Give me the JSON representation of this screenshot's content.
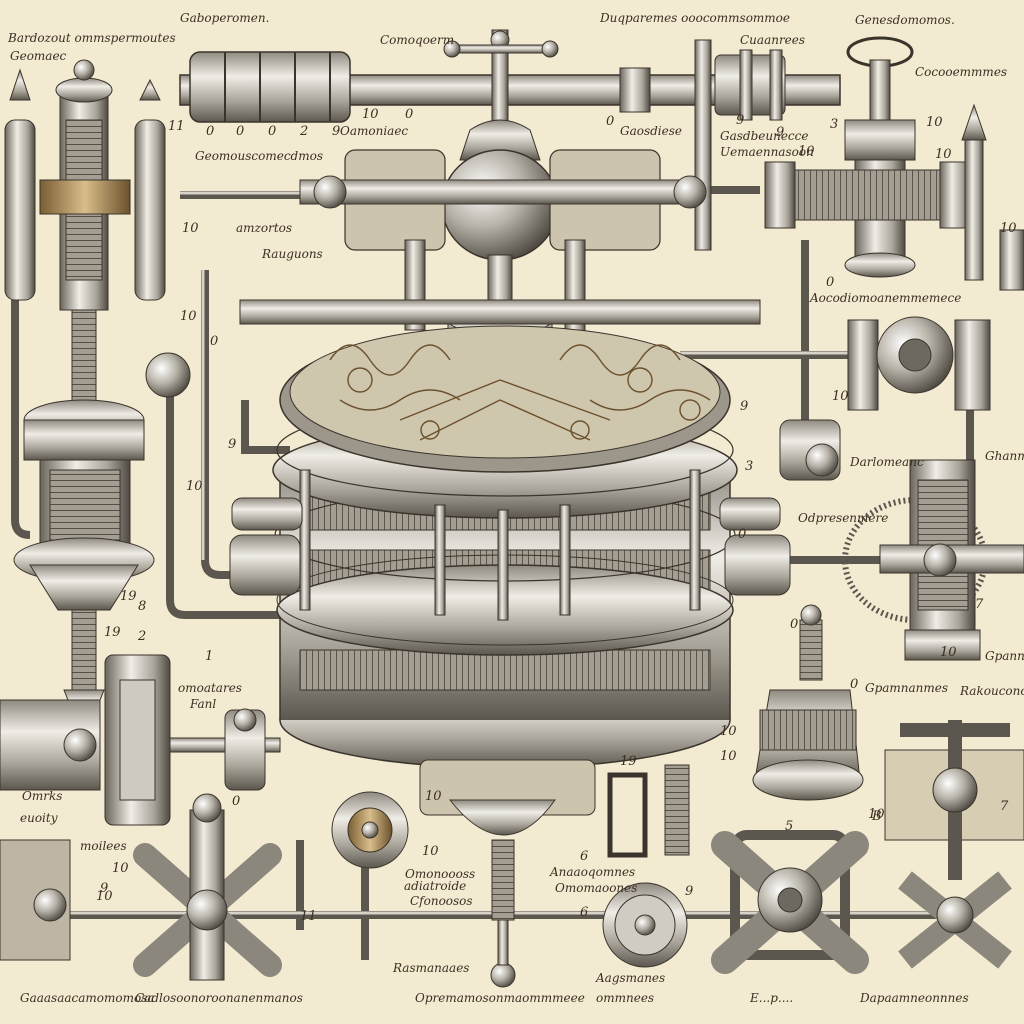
{
  "plate": {
    "paper_color": "#f3ead2",
    "ink_color": "#3a2f22",
    "metal_light": "#e4e1da",
    "metal_mid": "#a9a49a",
    "metal_dark": "#5c574e",
    "brass": "#b08a4e"
  },
  "labels": {
    "top_left_1": "Bardozout ommspermoutes",
    "top_left_2": "Geomaec",
    "top_1": "Gaboperomen.",
    "top_2": "Comoqoerm",
    "top_3": "Duqparemes ooocommsommoe",
    "top_4": "Cuaanrees",
    "top_5": "Genesdomomos.",
    "top_6": "Cocooemmmes",
    "left_mid_1": "Geomouscomecdmos",
    "left_mid_2": "amzortos",
    "center_upper": "Oamoniaec",
    "center_right_upper": "Gaosdiese",
    "right_upper": "Gasdbeunecce",
    "right_upper_2": "Uemaennasoon",
    "left_tool": "Rauguons",
    "right_mid": "Aocodiomoanemmemece",
    "right_mid_2": "Darlomeanc",
    "right_mid_3": "Ghanmeeas",
    "right_mid_4": "Odpresenmere",
    "right_lower": "Gpamnanmes",
    "right_lower_2": "Rakouconcmes",
    "right_lower_3": "Gpannses",
    "left_lower_1": "omoatares",
    "left_lower_2": "Fanl",
    "left_lower_3": "Omrks",
    "left_lower_4": "euoity",
    "left_lower_5": "moilees",
    "center_lower_1": "Omonoooss",
    "center_lower_2": "adiatroide",
    "center_lower_3": "Cfonoosos",
    "center_lower_4": "Anaaoqomnes",
    "center_lower_5": "Omomaoones",
    "bottom_1": "Gaaasaacamomomosa",
    "bottom_2": "Cadlosoonoroonanenmanos",
    "bottom_3": "Rasmanaaes",
    "bottom_4": "Opremamosonmaommmeee",
    "bottom_5": "Aagsmanes",
    "bottom_6": "ommnees",
    "bottom_7": "E...p....",
    "bottom_8": "Dapaamneonnnes"
  },
  "numbers": [
    "0",
    "0",
    "0",
    "2",
    "9",
    "10",
    "0",
    "0",
    "9",
    "9",
    "10",
    "3",
    "10",
    "10",
    "10",
    "11",
    "10",
    "10",
    "0",
    "10",
    "9",
    "3",
    "0",
    "9",
    "10",
    "0",
    "8",
    "2",
    "19",
    "1",
    "0",
    "10",
    "9",
    "10",
    "19",
    "6",
    "10",
    "0",
    "10",
    "6",
    "10",
    "10",
    "5",
    "9",
    "10",
    "11",
    "19",
    "10",
    "B",
    "7",
    "7",
    "0"
  ]
}
